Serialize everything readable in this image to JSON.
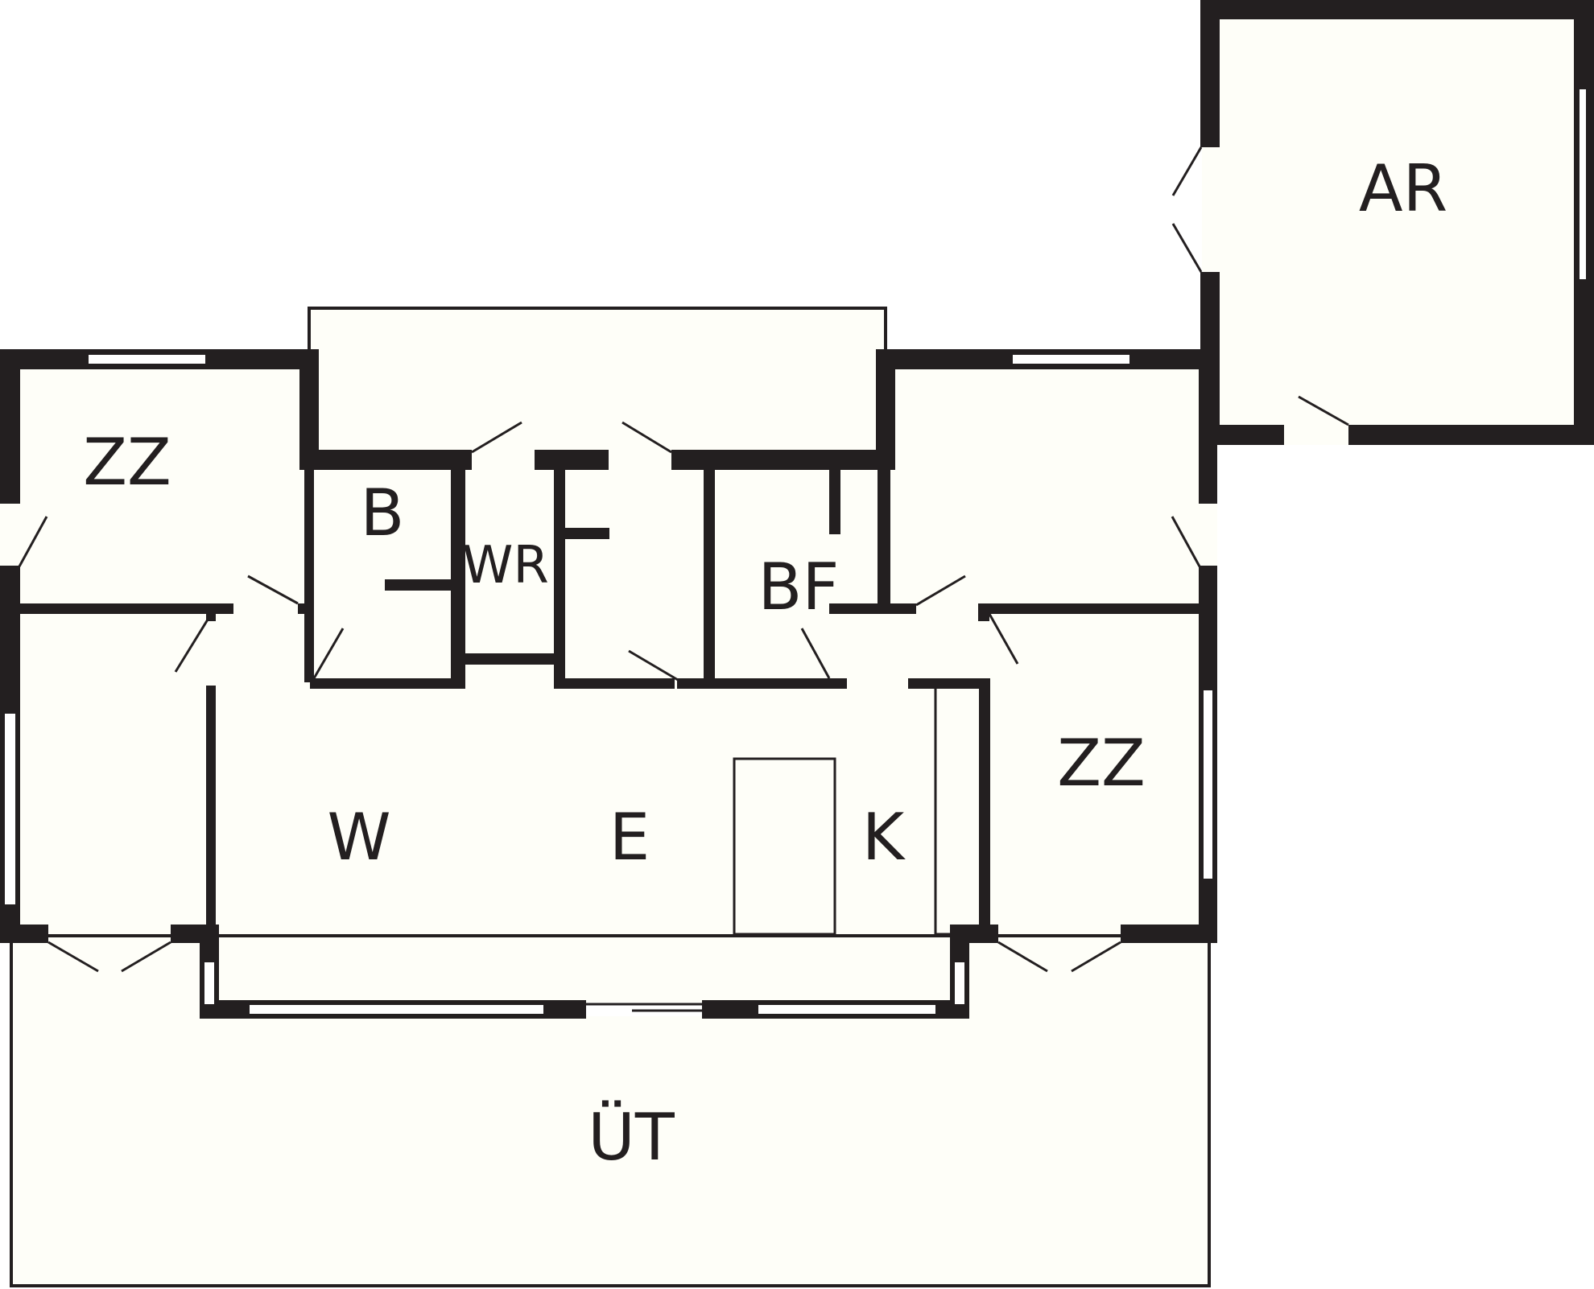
{
  "floorplan": {
    "rooms": {
      "ar": "AR",
      "zz_left": "ZZ",
      "bath": "B",
      "wc": "WR",
      "boiler": "BF",
      "living": "W",
      "dining": "E",
      "kitchen": "K",
      "zz_right": "ZZ",
      "terrace": "ÜT"
    }
  }
}
